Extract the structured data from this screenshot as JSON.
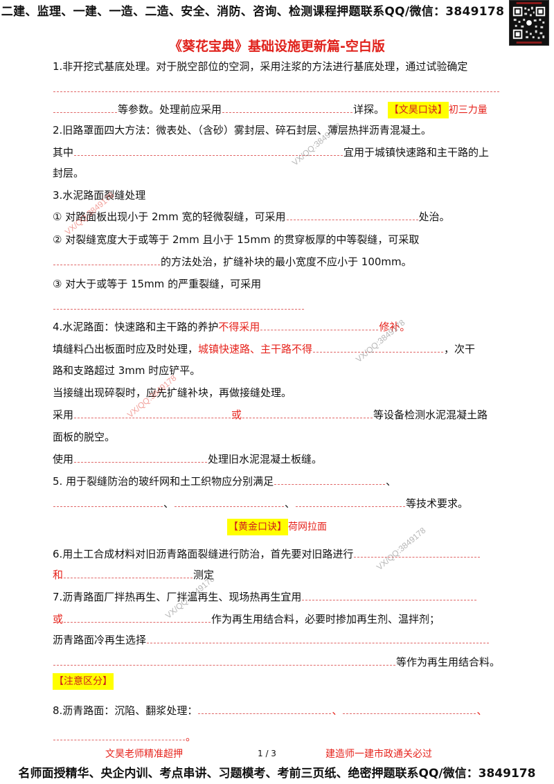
{
  "header": {
    "banner": "二建、监理、一建、一造、二造、安全、消防、咨询、检测课程押题联系QQ/微信：3849178",
    "qr_code": "qr-code-icon",
    "title": "《葵花宝典》基础设施更新篇-空白版"
  },
  "colors": {
    "accent_red": "#e6231c",
    "blank_line": "#e06666",
    "highlight_yellow": "#ffff00"
  },
  "questions": {
    "q1": {
      "line1": "1.非开挖式基底处理。对于脱空部位的空洞，采用注浆的方法进行基底处理，通过试验确定",
      "text_a": "等参数。处理前应采用",
      "text_b": "详探。",
      "tag": "【文昊口诀】",
      "tip": "初三力量"
    },
    "q2": {
      "line1": "2.旧路罩面四大方法：微表处、（含砂）雾封层、碎石封层、薄层热拌沥青混凝土。",
      "prefix": "其中",
      "suffix": "宜用于城镇快速路和主干路的上",
      "line3": "封层。"
    },
    "q3": {
      "heading": "3.水泥路面裂缝处理",
      "item1_prefix": "① 对路面板出现小于 2mm 宽的轻微裂缝，可采用",
      "item1_suffix": "处治。",
      "item2_line1": "② 对裂缝宽度大于或等于 2mm 且小于 15mm 的贯穿板厚的中等裂缝，可采取",
      "item2_suffix": "的方法处治，扩缝补块的最小宽度不应小于 100mm。",
      "item3_line1": "③ 对大于或等于 15mm 的严重裂缝，可采用"
    },
    "q4": {
      "line1_prefix": "4.水泥路面：快速路和主干路的养护",
      "line1_red": "不得采用",
      "line1_red_suffix": "修补。",
      "line2_prefix": "填缝料凸出板面时应及时处理，",
      "line2_red": "城镇快速路、主干路不得",
      "line2_suffix": "，次干",
      "line3": "路和支路超过 3mm 时应铲平。",
      "line4": "当接缝出现碎裂时，应先扩缝补块，再做接缝处理。",
      "line5_prefix": "采用",
      "line5_or": "或",
      "line5_suffix": "等设备检测水泥混凝土路",
      "line6": "面板的脱空。",
      "line7_prefix": "使用",
      "line7_suffix": "处理旧水泥混凝土板缝。"
    },
    "q5": {
      "line1_prefix": "5. 用于裂缝防治的玻纤网和土工织物应分别满足",
      "sep": "、",
      "line2_suffix": "等技术要求。",
      "tag": "【黄金口诀】",
      "tip": "荷网拉面"
    },
    "q6": {
      "line1_prefix": "6.用土工合成材料对旧沥青路面裂缝进行防治，首先要对旧路进行",
      "line2_red": "和",
      "line2_suffix": "测定"
    },
    "q7": {
      "line1_prefix": "7.沥青路面厂拌热再生、厂拌温再生、现场热再生宜用",
      "line2_red": "或",
      "line2_suffix": "作为再生用结合料，必要时掺加再生剂、温拌剂；",
      "line3_prefix": "沥青路面冷再生选择",
      "line4_suffix": "等作为再生用结合料。",
      "tag": "【注意区分】"
    },
    "q8": {
      "line1_prefix": "8.沥青路面：沉陷、翻浆处理：",
      "sep": "、",
      "end": "。"
    }
  },
  "watermarks": {
    "text": "VX/QQ:3849178"
  },
  "footer": {
    "left": "文昊老师精准超押",
    "page": "1 / 3",
    "right": "建造师一建市政通关必过",
    "banner": "名师面授精华、央企内训、考点串讲、习题模考、考前三页纸、绝密押题联系QQ/微信：3849178"
  }
}
